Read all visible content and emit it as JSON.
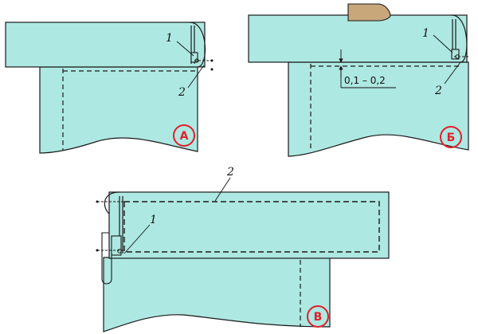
{
  "colors": {
    "fabric": "#aee8e2",
    "outline": "#1a1a1a",
    "badge": "#e0202a",
    "presser": "#c8a77a"
  },
  "panels": [
    {
      "id": "A",
      "badge": "А",
      "labels": [
        "1",
        "2"
      ]
    },
    {
      "id": "B",
      "badge": "Б",
      "labels": [
        "1",
        "2"
      ],
      "dimension": "0,1 – 0,2"
    },
    {
      "id": "C",
      "badge": "В",
      "labels": [
        "1",
        "2"
      ]
    }
  ]
}
